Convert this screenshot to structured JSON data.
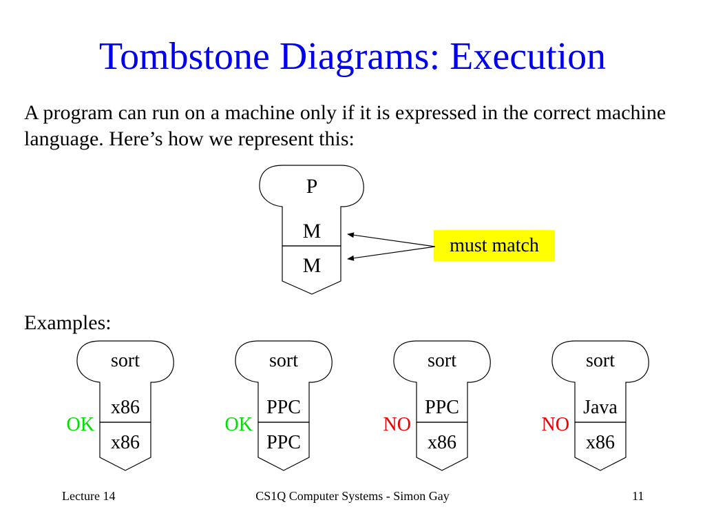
{
  "title": "Tombstone Diagrams: Execution",
  "intro": "A program can run on a machine only if it is expressed in the correct machine language. Here’s how we represent this:",
  "colors": {
    "title": "#0000ee",
    "highlight": "#ffff00",
    "ok": "#00dd00",
    "no": "#ee0000"
  },
  "main_diagram": {
    "program": "P",
    "language": "M",
    "machine": "M",
    "callout": "must match"
  },
  "examples_label": "Examples:",
  "examples": [
    {
      "program": "sort",
      "language": "x86",
      "machine": "x86",
      "verdict": "OK",
      "status": "ok"
    },
    {
      "program": "sort",
      "language": "PPC",
      "machine": "PPC",
      "verdict": "OK",
      "status": "ok"
    },
    {
      "program": "sort",
      "language": "PPC",
      "machine": "x86",
      "verdict": "NO",
      "status": "no"
    },
    {
      "program": "sort",
      "language": "Java",
      "machine": "x86",
      "verdict": "NO",
      "status": "no"
    }
  ],
  "footer": {
    "left": "Lecture 14",
    "center": "CS1Q Computer Systems - Simon Gay",
    "right": "11"
  }
}
